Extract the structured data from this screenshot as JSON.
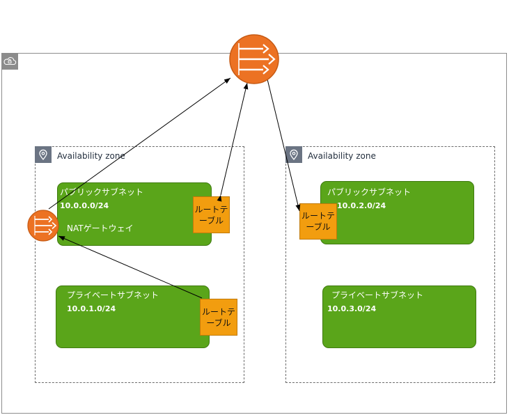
{
  "colors": {
    "subnet_fill": "#5aa51a",
    "route_table_fill": "#f29d0f",
    "gateway_fill": "#ec7223",
    "vpc_border": "#8c8c8c",
    "az_border": "#6b6b6b"
  },
  "icons": {
    "vpc": "cloud-lock-icon",
    "availability_zone": "location-pin-icon",
    "internet_gateway": "gateway-arrows-icon",
    "nat_gateway": "gateway-arrows-icon"
  },
  "az_left": {
    "label": "Availability zone"
  },
  "az_right": {
    "label": "Availability zone"
  },
  "subnets": {
    "public_left": {
      "name": "パブリックサブネット",
      "cidr": "10.0.0.0/24"
    },
    "private_left": {
      "name": "プライベートサブネット",
      "cidr": "10.0.1.0/24"
    },
    "public_right": {
      "name": "パブリックサブネット",
      "cidr": "10.0.2.0/24"
    },
    "private_right": {
      "name": "プライベートサブネット",
      "cidr": "10.0.3.0/24"
    }
  },
  "nat_gateway": {
    "label": "NATゲートウェイ"
  },
  "route_tables": {
    "public_left": {
      "line1": "ルートテ",
      "line2": "ーブル"
    },
    "private_left": {
      "line1": "ルートテ",
      "line2": "ーブル"
    },
    "public_right": {
      "line1": "ルートテ",
      "line2": "ーブル"
    }
  }
}
